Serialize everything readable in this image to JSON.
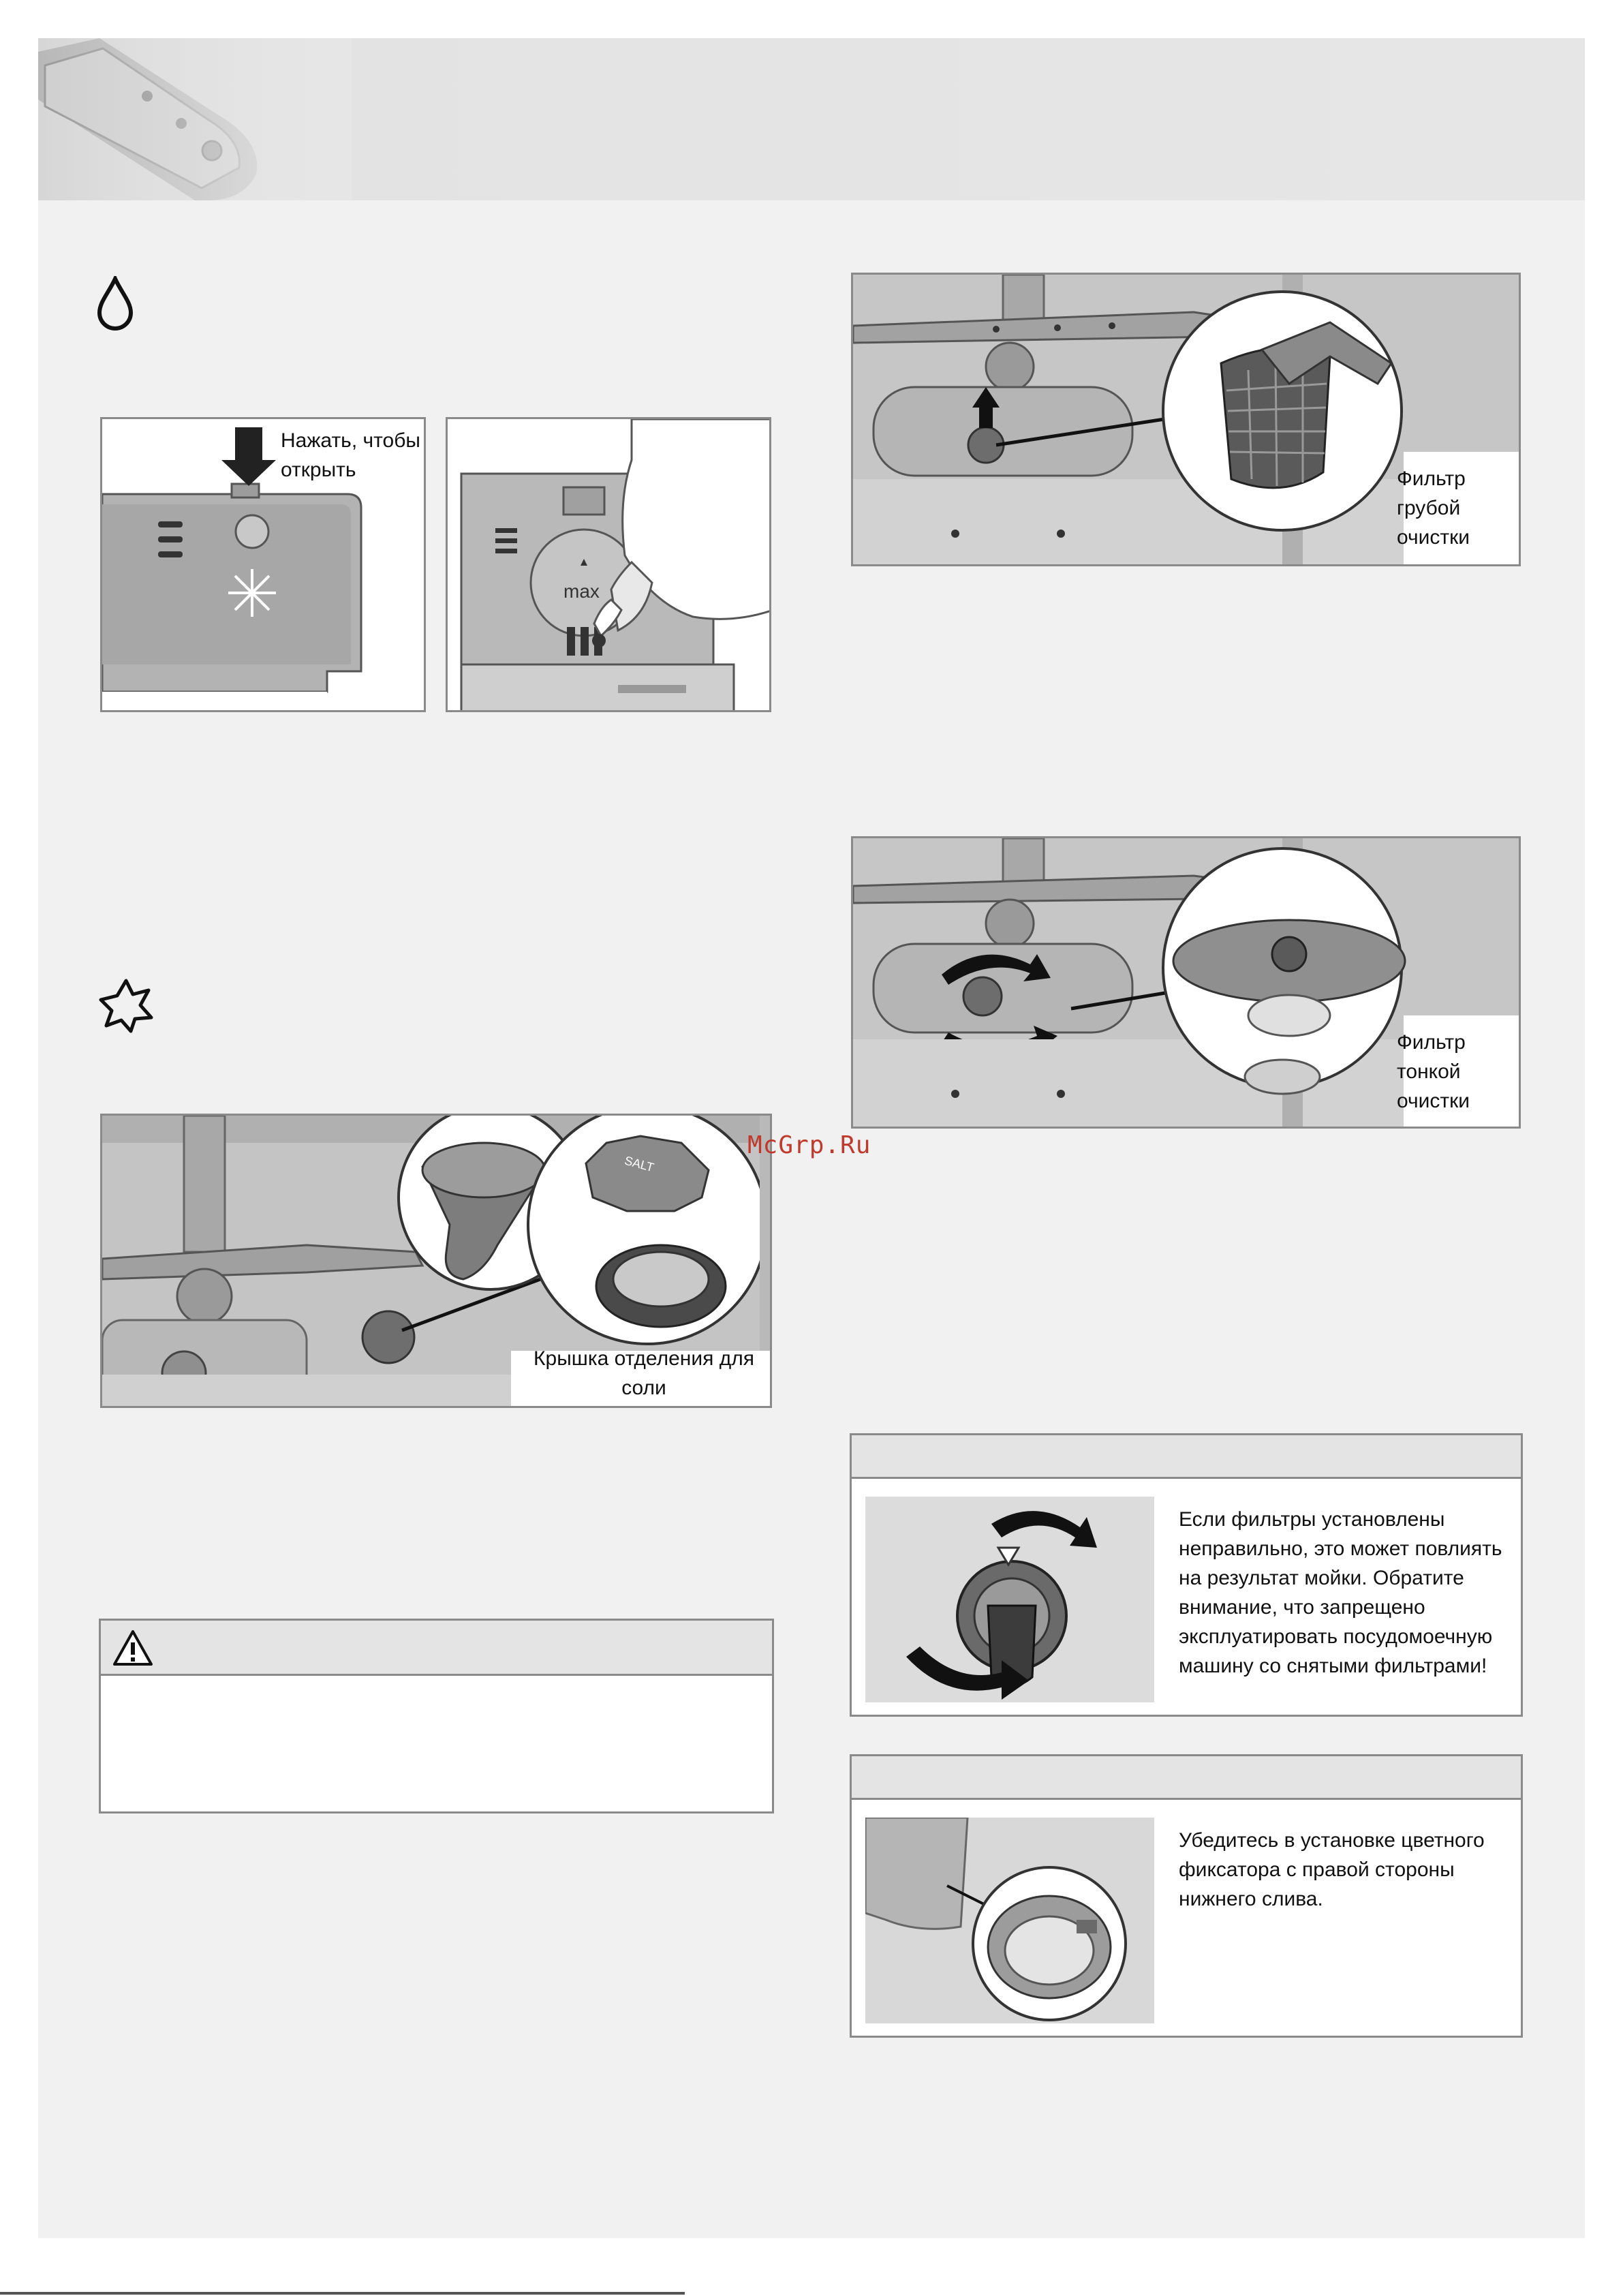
{
  "figures": {
    "press_open": {
      "caption_lines": [
        "Нажать, чтобы",
        "открыть"
      ],
      "label_max": "max"
    },
    "coarse_filter": {
      "caption_lines": [
        "Фильтр",
        "грубой",
        "очистки"
      ]
    },
    "fine_filter": {
      "caption_lines": [
        "Фильтр",
        "тонкой",
        "очистки"
      ]
    },
    "salt_cap": {
      "caption_lines": [
        "Крышка отделения для",
        "соли"
      ],
      "cap_text": "SALT"
    }
  },
  "notes": {
    "filters_warning": {
      "lines": [
        "Если фильтры установлены",
        "неправильно, это может повлиять",
        "на результат мойки. Обратите",
        "внимание, что запрещено",
        "эксплуатировать посудомоечную",
        "машину со снятыми фильтрами!"
      ]
    },
    "drain_lock": {
      "lines": [
        "Убедитесь в установке цветного",
        "фиксатора с правой стороны",
        "нижнего слива."
      ]
    }
  },
  "watermark": "McGrp.Ru",
  "icons": {
    "rinse_aid": "water-drop-icon",
    "salt": "sparkle-star-icon",
    "warning": "warning-triangle-icon"
  }
}
